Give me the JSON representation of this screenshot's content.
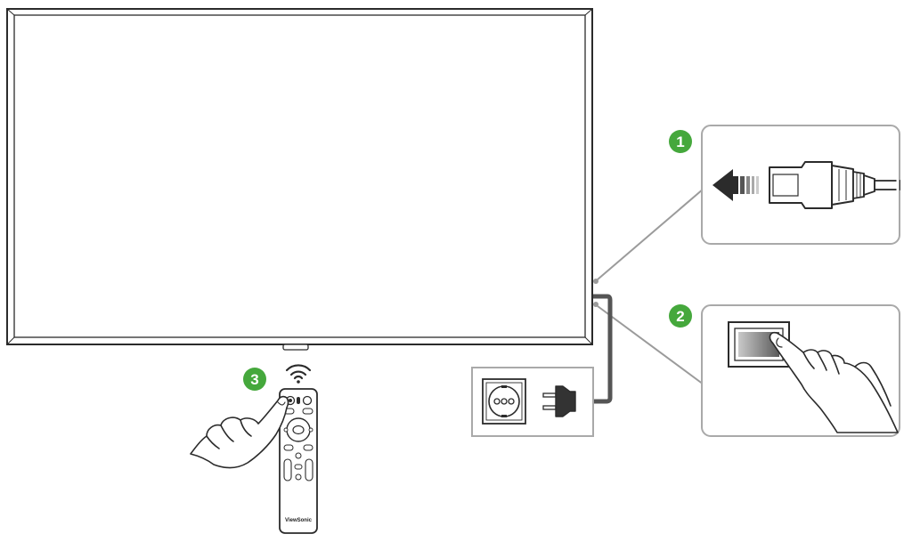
{
  "colors": {
    "accent_green": "#45a83c",
    "outline": "#2b2b2b",
    "panel_border": "#a9a9a9",
    "connector": "#9b9b9b",
    "cable": "#555555"
  },
  "steps": [
    {
      "number": "1",
      "action": "connect-power-cord",
      "icon": "power-plug-icon"
    },
    {
      "number": "2",
      "action": "press-power-switch",
      "icon": "rocker-switch-icon"
    },
    {
      "number": "3",
      "action": "press-remote-power-button",
      "icon": "remote-control-icon"
    }
  ],
  "remote": {
    "brand_text": "ViewSonic"
  },
  "icons": {
    "wifi": "wifi-signal-icon",
    "socket": "wall-socket-icon",
    "plug": "power-plug-icon",
    "hand": "pointing-hand-icon"
  }
}
